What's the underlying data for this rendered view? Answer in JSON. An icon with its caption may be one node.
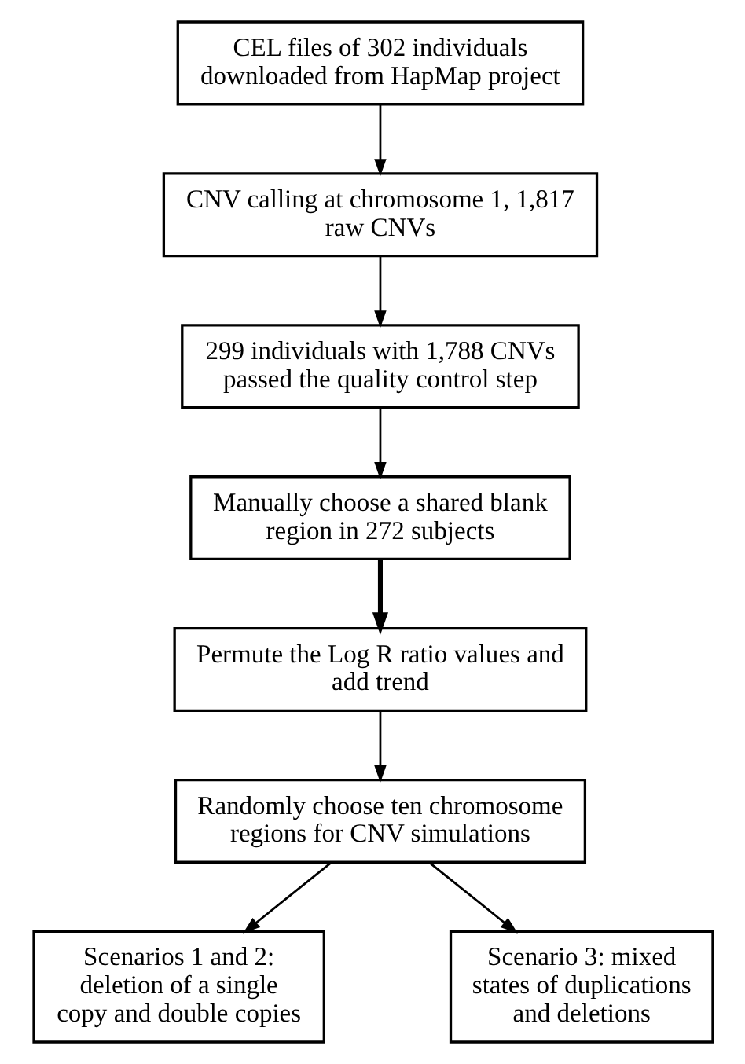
{
  "diagram": {
    "nodes": [
      {
        "text": [
          "CEL files of 302 individuals downloaded from HapMap project"
        ]
      },
      {
        "text": [
          "CNV calling at chromosome 1, 1,817 raw CNVs"
        ]
      },
      {
        "text": [
          "299 individuals with 1,788 CNVs passed the quality control step"
        ]
      },
      {
        "text": [
          "Manually choose a shared blank region in 272 subjects"
        ]
      },
      {
        "text": [
          "Permute the Log R ratio values and add trend"
        ]
      },
      {
        "text": [
          "Randomly choose ten chromosome regions for CNV simulations"
        ]
      },
      {
        "text": [
          "Scenarios 1 and 2: deletion of a single copy and double copies"
        ]
      },
      {
        "text": [
          "Scenario 3: mixed states of duplications and deletions"
        ]
      }
    ],
    "edges": [
      {
        "from": 0,
        "to": 1,
        "arrow": "to"
      },
      {
        "from": 1,
        "to": 2,
        "arrow": "to"
      },
      {
        "from": 2,
        "to": 3,
        "arrow": "to"
      },
      {
        "from": 3,
        "to": 4,
        "arrow": "to",
        "style": "thick"
      },
      {
        "from": 4,
        "to": 5,
        "arrow": "to"
      },
      {
        "from": 5,
        "to": 6,
        "arrow": "to"
      },
      {
        "from": 5,
        "to": 7,
        "arrow": "to"
      }
    ]
  }
}
